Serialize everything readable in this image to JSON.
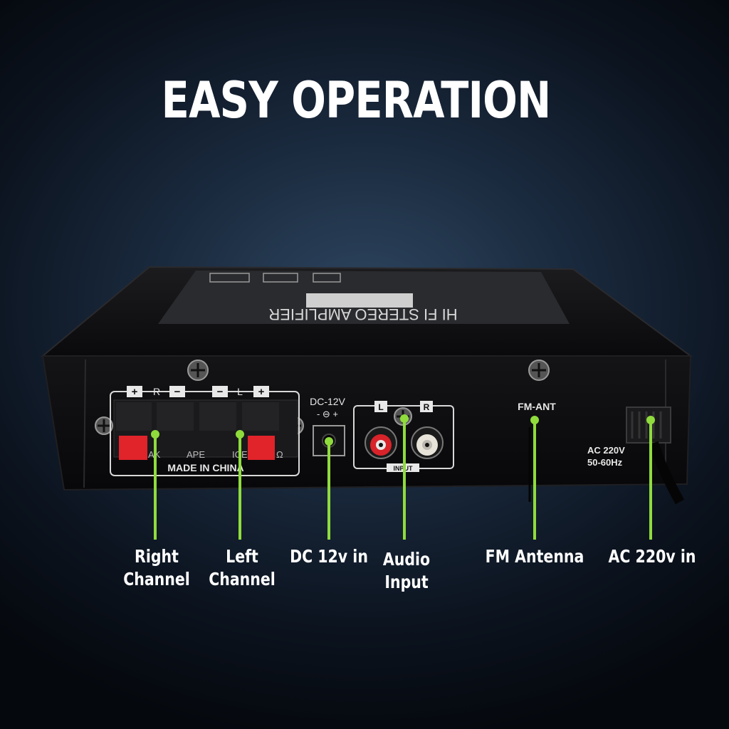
{
  "headline": "EASY OPERATION",
  "device": {
    "top_label": "HI FI STEREO AMPLIFIER",
    "speaker_block": {
      "terminal_signs": [
        "+",
        "R",
        "−",
        "−",
        "L",
        "+"
      ],
      "footer": "MADE IN CHINA",
      "partial_text": [
        "AK",
        "APE",
        "ICE",
        "Ω"
      ]
    },
    "dc_jack": {
      "label": "DC-12V",
      "polarity": "- ⊖ +"
    },
    "rca_input": {
      "left": "L",
      "right": "R",
      "label": "INPUT"
    },
    "fm_label": "FM-ANT",
    "ac_label_1": "AC 220V",
    "ac_label_2": "50-60Hz"
  },
  "callouts": [
    {
      "id": "right-channel",
      "lines": [
        "Right",
        "Channel"
      ]
    },
    {
      "id": "left-channel",
      "lines": [
        "Left",
        "Channel"
      ]
    },
    {
      "id": "dc-12v-in",
      "lines": [
        "DC 12v in"
      ]
    },
    {
      "id": "audio-input",
      "lines": [
        "Audio",
        "Input"
      ]
    },
    {
      "id": "fm-antenna",
      "lines": [
        "FM Antenna"
      ]
    },
    {
      "id": "ac-220v-in",
      "lines": [
        "AC 220v in"
      ]
    }
  ],
  "colors": {
    "callout_line": "#8fdc3c",
    "device_body": "#0e0e10",
    "terminal_red": "#e0242a",
    "label_text": "#e8e8e8"
  }
}
